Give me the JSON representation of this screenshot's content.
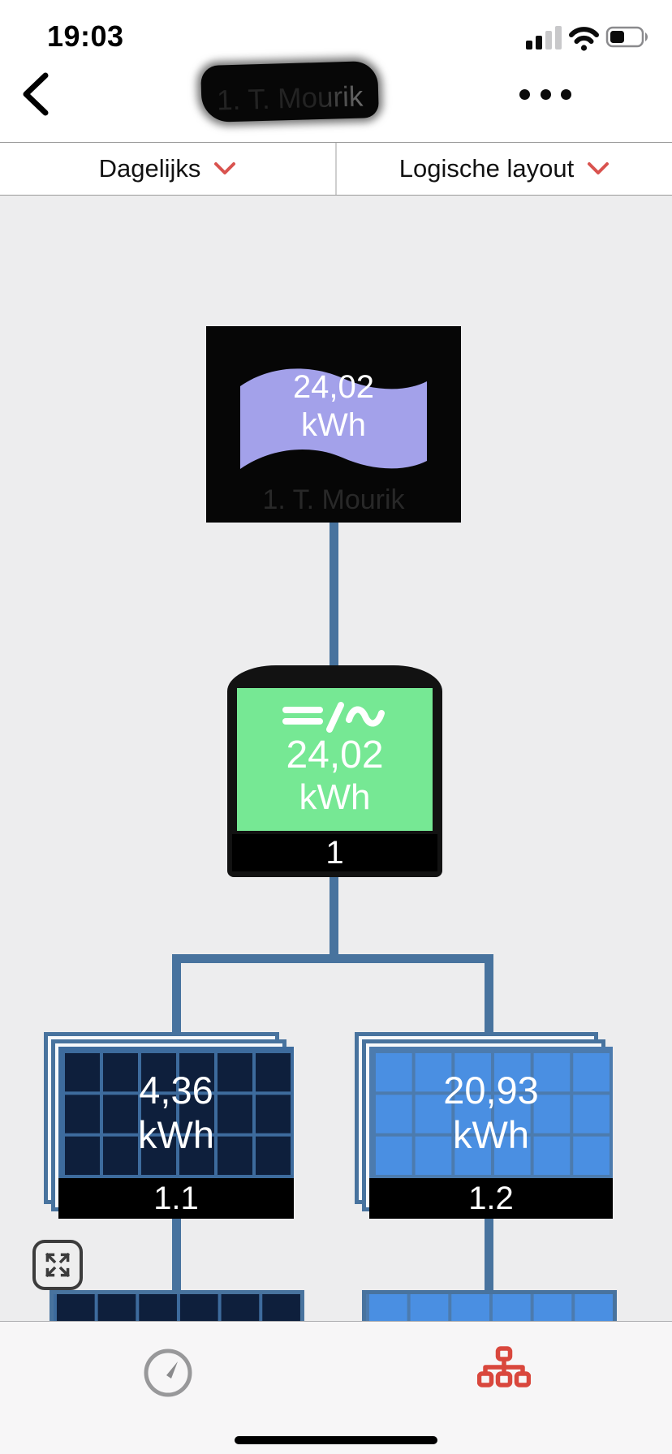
{
  "status_bar": {
    "time": "19:03",
    "cellular": "2-of-4-bars",
    "wifi": "full",
    "battery": "about-45-percent"
  },
  "nav": {
    "title": "1. T. Mourik",
    "title_redacted": true
  },
  "filter_bar": {
    "period_dropdown": {
      "value": "Dagelijks"
    },
    "layout_dropdown": {
      "value": "Logische layout"
    }
  },
  "tree": {
    "plant": {
      "value": "24,02",
      "unit": "kWh",
      "label": "1. T. Mourik",
      "icon": "pv-plant-flag"
    },
    "inverter": {
      "value": "24,02",
      "unit": "kWh",
      "label": "1",
      "icon": "dc-ac-symbol"
    },
    "strings": [
      {
        "value": "4,36",
        "unit": "kWh",
        "label": "1.1",
        "panel_style": "dark"
      },
      {
        "value": "20,93",
        "unit": "kWh",
        "label": "1.2",
        "panel_style": "blue"
      }
    ],
    "partial_row_visible": true
  },
  "colors": {
    "accent_red": "#D9534F",
    "tab_active_red": "#D9473D",
    "connector_blue": "#48739E",
    "plant_purple": "#A3A1EA",
    "inverter_green": "#76E894",
    "panel_dark": "#0E1F3C",
    "panel_dark_grid": "#3D6B9D",
    "panel_blue": "#4A8FE2",
    "panel_blue_grid": "#4C7BAE",
    "canvas_gray": "#EDEDEE"
  },
  "tabs": {
    "items": [
      {
        "icon": "gauge",
        "active": false
      },
      {
        "icon": "sitemap",
        "active": true
      }
    ]
  }
}
